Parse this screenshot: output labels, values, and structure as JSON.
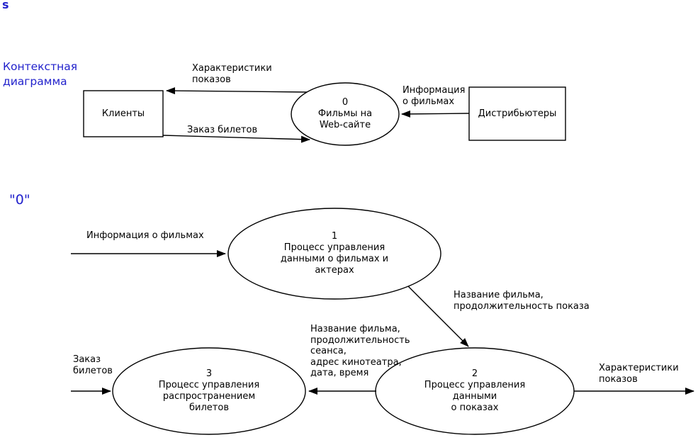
{
  "colors": {
    "heading": "#2222cc"
  },
  "page": {
    "corner_mark": "s"
  },
  "context": {
    "title": {
      "line1": "Контекстная",
      "line2": "диаграмма"
    },
    "clients_box": "Клиенты",
    "distributors_box": "Дистрибьютеры",
    "process0": {
      "number": "0",
      "line1": "Фильмы на",
      "line2": "Web-сайте"
    },
    "flow_characteristics": {
      "line1": "Характеристики",
      "line2": "показов"
    },
    "flow_order": "Заказ билетов",
    "flow_info": {
      "line1": "Информация",
      "line2": "о фильмах"
    }
  },
  "level0": {
    "title": "\"0\"",
    "flow_info": "Информация о фильмах",
    "process1": {
      "number": "1",
      "line1": "Процесс управления",
      "line2": "данными о фильмах и",
      "line3": "актерах"
    },
    "flow_title_duration": {
      "line1": "Название фильма,",
      "line2": "продолжительность показа"
    },
    "process2": {
      "number": "2",
      "line1": "Процесс управления",
      "line2": "данными",
      "line3": "о показах"
    },
    "flow_characteristics": {
      "line1": "Характеристики",
      "line2": "показов"
    },
    "flow_session_details": {
      "line1": "Название фильма,",
      "line2": "продолжительность",
      "line3": "сеанса,",
      "line4": "адрес кинотеатра,",
      "line5": "дата, время"
    },
    "process3": {
      "number": "3",
      "line1": "Процесс управления",
      "line2": "распространением",
      "line3": "билетов"
    },
    "flow_order": {
      "line1": "Заказ",
      "line2": "билетов"
    }
  }
}
